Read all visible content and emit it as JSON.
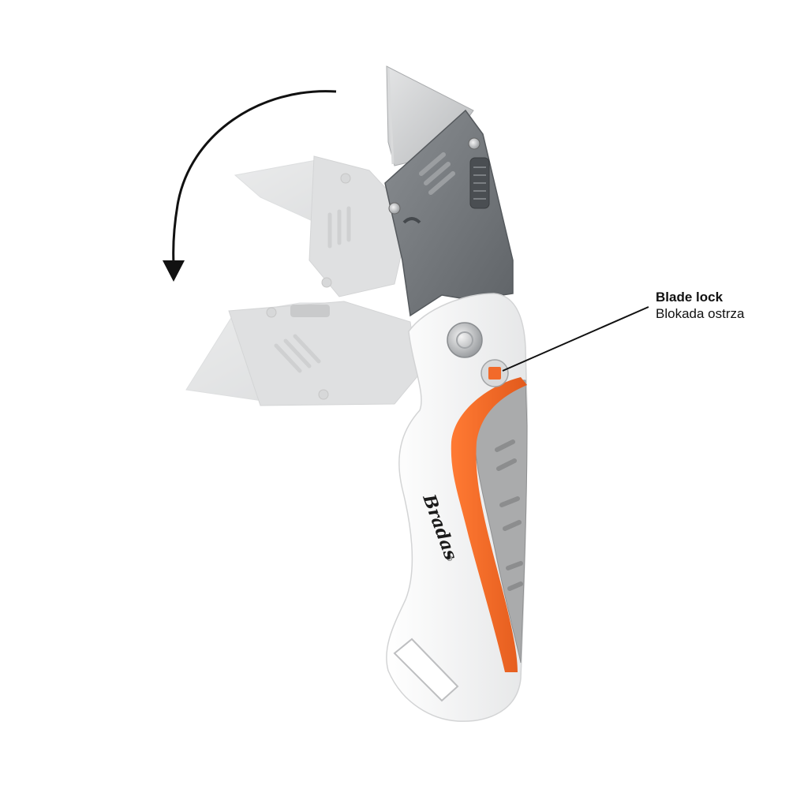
{
  "annotation": {
    "title": "Blade lock",
    "subtitle": "Blokada ostrza"
  },
  "brand": {
    "logo_text": "Bradas",
    "registered_mark": "®"
  },
  "colors": {
    "accent_orange": "#f26a2a",
    "handle_white": "#f7f7f7",
    "grip_gray": "#a9aaab",
    "steel_dark": "#74787c",
    "blade_silver": "#c9cbcd",
    "ghost_blade": "#d4d6d8",
    "arrow": "#111111"
  },
  "icons": {
    "rotation_arrow": "curved-arrow-down-icon",
    "lock_button": "blade-lock-button-icon",
    "pivot": "pivot-screw-icon"
  }
}
